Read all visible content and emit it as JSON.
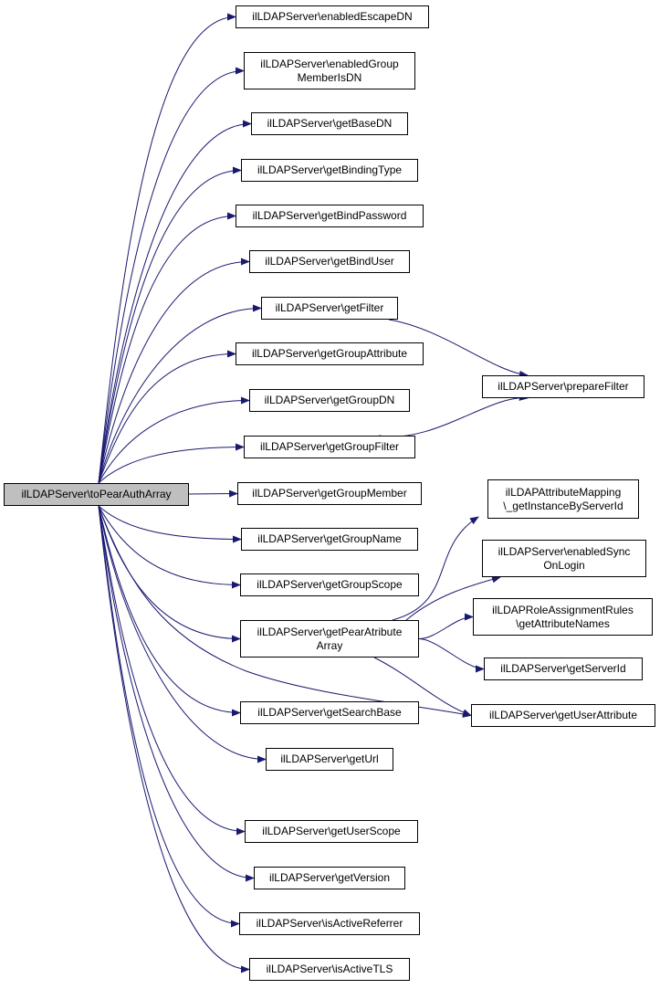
{
  "colors": {
    "edge": "#191970",
    "node_border": "#000000",
    "root_fill": "#bfbfbf",
    "node_fill": "#ffffff"
  },
  "nodes": {
    "root": "ilLDAPServer\\toPearAuthArray",
    "enabledEscapeDN": "ilLDAPServer\\enabledEscapeDN",
    "enabledGroupMemberIsDN": "ilLDAPServer\\enabledGroup\nMemberIsDN",
    "getBaseDN": "ilLDAPServer\\getBaseDN",
    "getBindingType": "ilLDAPServer\\getBindingType",
    "getBindPassword": "ilLDAPServer\\getBindPassword",
    "getBindUser": "ilLDAPServer\\getBindUser",
    "getFilter": "ilLDAPServer\\getFilter",
    "getGroupAttribute": "ilLDAPServer\\getGroupAttribute",
    "getGroupDN": "ilLDAPServer\\getGroupDN",
    "getGroupFilter": "ilLDAPServer\\getGroupFilter",
    "getGroupMember": "ilLDAPServer\\getGroupMember",
    "getGroupName": "ilLDAPServer\\getGroupName",
    "getGroupScope": "ilLDAPServer\\getGroupScope",
    "getPearAtributeArray": "ilLDAPServer\\getPearAtribute\nArray",
    "getSearchBase": "ilLDAPServer\\getSearchBase",
    "getUrl": "ilLDAPServer\\getUrl",
    "getUserScope": "ilLDAPServer\\getUserScope",
    "getVersion": "ilLDAPServer\\getVersion",
    "isActiveReferrer": "ilLDAPServer\\isActiveReferrer",
    "isActiveTLS": "ilLDAPServer\\isActiveTLS",
    "prepareFilter": "ilLDAPServer\\prepareFilter",
    "getInstanceByServerId": "ilLDAPAttributeMapping\n\\_getInstanceByServerId",
    "enabledSyncOnLogin": "ilLDAPServer\\enabledSync\nOnLogin",
    "getAttributeNames": "ilLDAPRoleAssignmentRules\n\\getAttributeNames",
    "getServerId": "ilLDAPServer\\getServerId",
    "getUserAttribute": "ilLDAPServer\\getUserAttribute"
  },
  "edges": [
    [
      "root",
      "enabledEscapeDN"
    ],
    [
      "root",
      "enabledGroupMemberIsDN"
    ],
    [
      "root",
      "getBaseDN"
    ],
    [
      "root",
      "getBindingType"
    ],
    [
      "root",
      "getBindPassword"
    ],
    [
      "root",
      "getBindUser"
    ],
    [
      "root",
      "getFilter"
    ],
    [
      "root",
      "getGroupAttribute"
    ],
    [
      "root",
      "getGroupDN"
    ],
    [
      "root",
      "getGroupFilter"
    ],
    [
      "root",
      "getGroupMember"
    ],
    [
      "root",
      "getGroupName"
    ],
    [
      "root",
      "getGroupScope"
    ],
    [
      "root",
      "getPearAtributeArray"
    ],
    [
      "root",
      "getUserAttribute"
    ],
    [
      "root",
      "getSearchBase"
    ],
    [
      "root",
      "getUrl"
    ],
    [
      "root",
      "getUserScope"
    ],
    [
      "root",
      "getVersion"
    ],
    [
      "root",
      "isActiveReferrer"
    ],
    [
      "root",
      "isActiveTLS"
    ],
    [
      "getFilter",
      "prepareFilter"
    ],
    [
      "getGroupFilter",
      "prepareFilter"
    ],
    [
      "getPearAtributeArray",
      "getInstanceByServerId"
    ],
    [
      "getPearAtributeArray",
      "enabledSyncOnLogin"
    ],
    [
      "getPearAtributeArray",
      "getAttributeNames"
    ],
    [
      "getPearAtributeArray",
      "getServerId"
    ],
    [
      "getPearAtributeArray",
      "getUserAttribute"
    ]
  ]
}
